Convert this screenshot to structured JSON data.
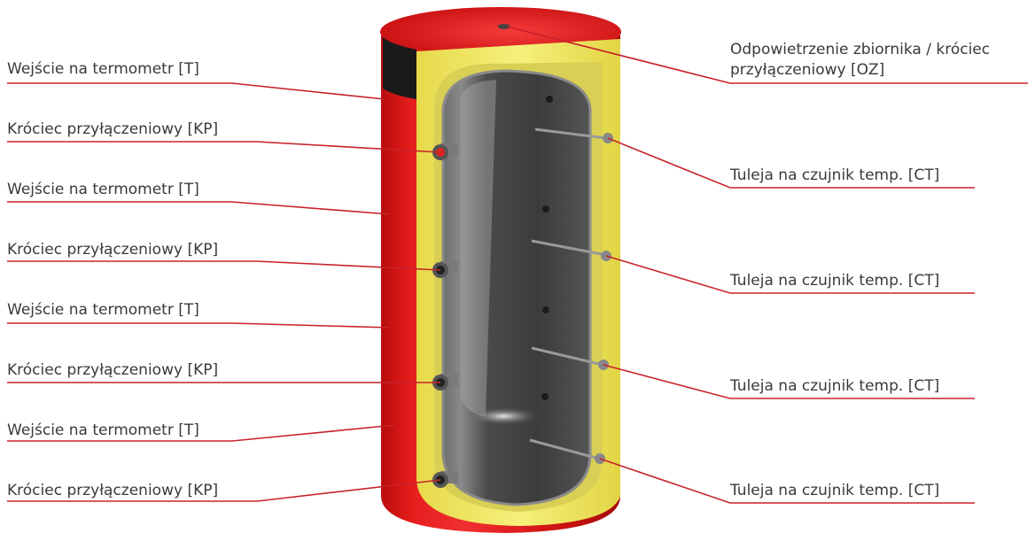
{
  "labels_left": [
    {
      "text": "Wejście na termometr [T]"
    },
    {
      "text": "Króciec przyłączeniowy [KP]"
    },
    {
      "text": "Wejście na termometr [T]"
    },
    {
      "text": "Króciec przyłączeniowy [KP]"
    },
    {
      "text": "Wejście na termometr [T]"
    },
    {
      "text": "Króciec przyłączeniowy [KP]"
    },
    {
      "text": "Wejście na termometr [T]"
    },
    {
      "text": "Króciec przyłączeniowy [KP]"
    }
  ],
  "labels_right": {
    "top_line1": "Odpowietrzenie zbiornika / króciec",
    "top_line2": "przyłączeniowy [OZ]",
    "sensors": [
      {
        "text": "Tuleja na czujnik temp. [CT]"
      },
      {
        "text": "Tuleja na czujnik temp. [CT]"
      },
      {
        "text": "Tuleja na czujnik temp. [CT]"
      },
      {
        "text": "Tuleja na czujnik temp. [CT]"
      }
    ]
  },
  "colors": {
    "shell_red": "#e01a1a",
    "insulation_yellow": "#f2ec6a",
    "tank_gray": "#5a5a5a",
    "leader_line": "#c8222b"
  }
}
